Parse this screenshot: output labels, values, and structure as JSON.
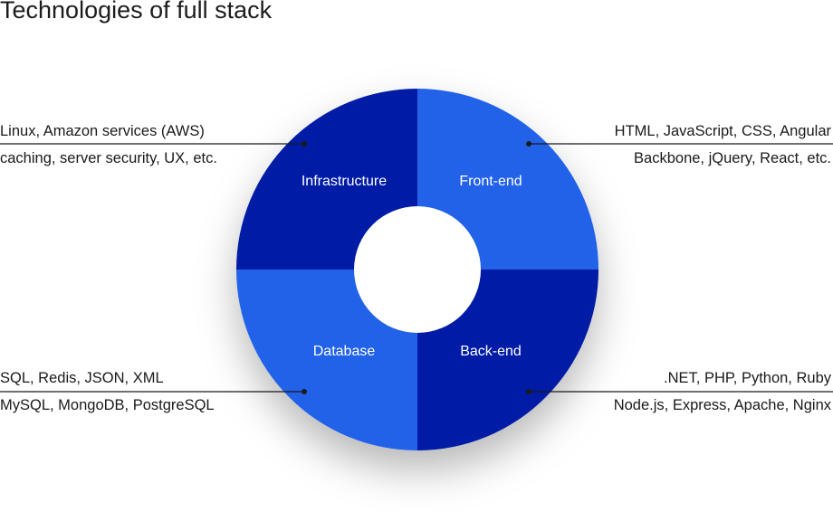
{
  "title": "Technologies of full stack",
  "segments": {
    "infrastructure": {
      "label": "Infrastructure",
      "color": "#061fa6",
      "notes": [
        "Linux, Amazon services (AWS)",
        "caching, server security, UX, etc."
      ]
    },
    "frontend": {
      "label": "Front-end",
      "color": "#2262e9",
      "notes": [
        "HTML, JavaScript, CSS, Angular",
        "Backbone, jQuery, React, etc."
      ]
    },
    "database": {
      "label": "Database",
      "color": "#2262e9",
      "notes": [
        "SQL, Redis, JSON, XML",
        "MySQL, MongoDB, PostgreSQL"
      ]
    },
    "backend": {
      "label": "Back-end",
      "color": "#061fa6",
      "notes": [
        ".NET, PHP, Python, Ruby",
        "Node.js, Express, Apache, Nginx"
      ]
    }
  },
  "colors": {
    "dark_blue": "#061fa6",
    "bright_blue": "#2262e9",
    "connector": "#1a1a1a"
  }
}
